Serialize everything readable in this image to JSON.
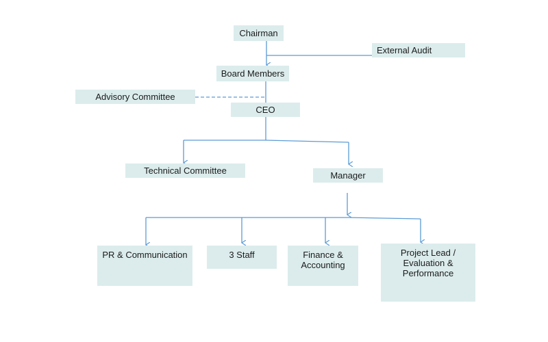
{
  "diagram": {
    "nodes": {
      "chairman": "Chairman",
      "external_audit": "External Audit",
      "board_members": "Board Members",
      "advisory_committee": "Advisory Committee",
      "ceo": "CEO",
      "technical_committee": "Technical Committee",
      "manager": "Manager",
      "pr_communication": "PR & Communication",
      "staff": "3 Staff",
      "finance_accounting": "Finance &\nAccounting",
      "project_lead": "Project Lead /\nEvaluation &\nPerformance"
    },
    "edges": [
      {
        "from": "chairman",
        "to": "board_members",
        "style": "solid",
        "arrow": true
      },
      {
        "from": "external_audit",
        "to": "chairman-board_members-line",
        "style": "solid",
        "arrow": false
      },
      {
        "from": "advisory_committee",
        "to": "board_members-ceo-line",
        "style": "dashed",
        "arrow": false
      },
      {
        "from": "board_members",
        "to": "ceo",
        "style": "solid",
        "arrow": false
      },
      {
        "from": "ceo",
        "to": "technical_committee",
        "style": "solid",
        "arrow": true
      },
      {
        "from": "ceo",
        "to": "manager",
        "style": "solid",
        "arrow": true
      },
      {
        "from": "manager",
        "to": "pr_communication",
        "style": "solid",
        "arrow": true
      },
      {
        "from": "manager",
        "to": "staff",
        "style": "solid",
        "arrow": true
      },
      {
        "from": "manager",
        "to": "finance_accounting",
        "style": "solid",
        "arrow": true
      },
      {
        "from": "manager",
        "to": "project_lead",
        "style": "solid",
        "arrow": true
      }
    ],
    "colors": {
      "node_fill": "#dcecec",
      "connector": "#5b9bd5",
      "text": "#1a1a1a"
    }
  }
}
